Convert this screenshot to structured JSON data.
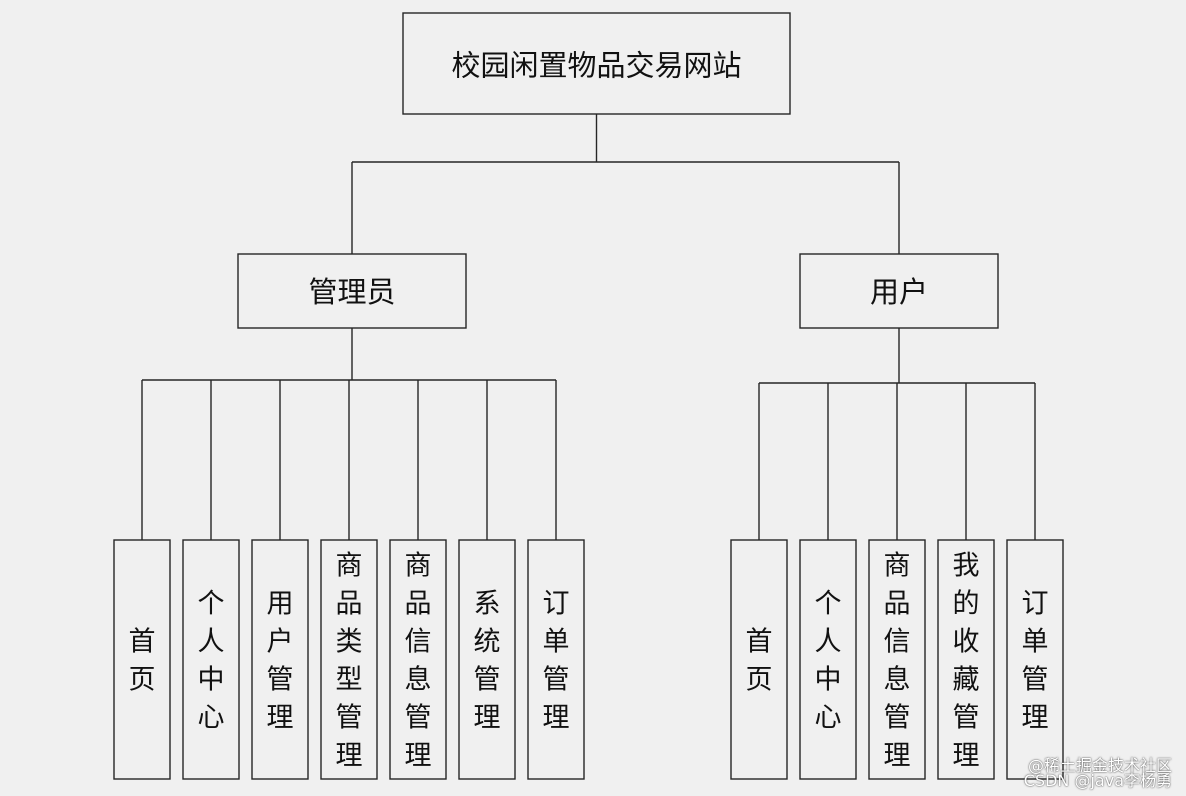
{
  "diagram": {
    "root": "校园闲置物品交易网站",
    "branches": [
      {
        "label": "管理员",
        "children": [
          "首页",
          "个人中心",
          "用户管理",
          "商品类型管理",
          "商品信息管理",
          "系统管理",
          "订单管理"
        ]
      },
      {
        "label": "用户",
        "children": [
          "首页",
          "个人中心",
          "商品信息管理",
          "我的收藏管理",
          "订单管理"
        ]
      }
    ]
  },
  "watermark": {
    "line1": "@稀土掘金技术社区",
    "line2": "CSDN @java李杨勇"
  },
  "colors": {
    "background": "#f0f0f0",
    "stroke": "#262626",
    "text": "#111111"
  }
}
